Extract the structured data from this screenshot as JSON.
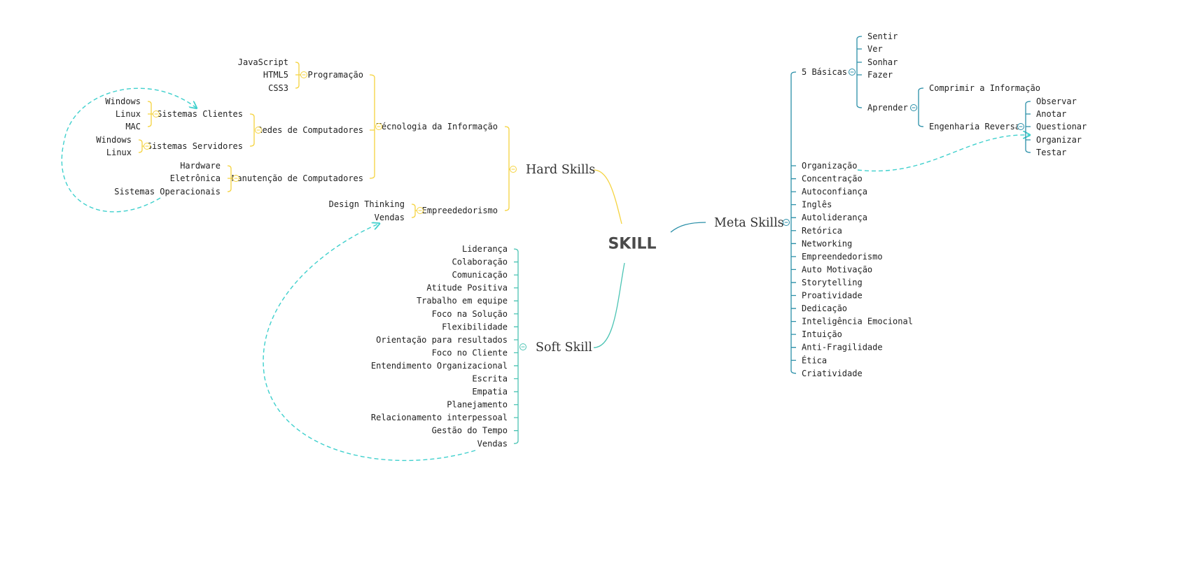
{
  "colors": {
    "hard": "#f5d33f",
    "soft": "#4cc4b4",
    "meta": "#2a8fa8",
    "relation": "#3fd0cd"
  },
  "icons": {
    "collapse": "collapse-icon"
  },
  "root": "SKILL",
  "hard_skills": {
    "label": "Hard Skills",
    "tecnologia": {
      "label": "Técnologia da Informação",
      "programacao": {
        "label": "Programação",
        "items": [
          "JavaScript",
          "HTML5",
          "CSS3"
        ]
      },
      "redes": {
        "label": "Redes de Computadores",
        "clientes": {
          "label": "Sistemas Clientes",
          "items": [
            "Windows",
            "Linux",
            "MAC"
          ]
        },
        "servidores": {
          "label": "Sistemas Servidores",
          "items": [
            "Windows",
            "Linux"
          ]
        }
      },
      "manutencao": {
        "label": "Manutenção de Computadores",
        "items": [
          "Hardware",
          "Eletrônica",
          "Sistemas Operacionais"
        ]
      }
    },
    "empreendedorismo": {
      "label": "Empreededorismo",
      "items": [
        "Design Thinking",
        "Vendas"
      ]
    }
  },
  "soft_skill": {
    "label": "Soft Skill",
    "items": [
      "Liderança",
      "Colaboração",
      "Comunicação",
      "Atitude Positiva",
      "Trabalho em equipe",
      "Foco na Solução",
      "Flexibilidade",
      "Orientação para resultados",
      "Foco no Cliente",
      "Entendimento Organizacional",
      "Escrita",
      "Empatia",
      "Planejamento",
      "Relacionamento interpessoal",
      "Gestão do Tempo",
      "Vendas"
    ]
  },
  "meta_skills": {
    "label": "Meta Skills",
    "basicas": {
      "label": "5 Básicas",
      "items": [
        "Sentir",
        "Ver",
        "Sonhar",
        "Fazer"
      ],
      "aprender": {
        "label": "Aprender",
        "comprimir": "Comprimir a Informação",
        "engenharia": {
          "label": "Engenharia Reversa",
          "items": [
            "Observar",
            "Anotar",
            "Questionar",
            "Organizar",
            "Testar"
          ]
        }
      }
    },
    "items": [
      "Organização",
      "Concentração",
      "Autoconfiança",
      "Inglês",
      "Autoliderança",
      "Retórica",
      "Networking",
      "Empreendedorismo",
      "Auto Motivação",
      "Storytelling",
      "Proatividade",
      "Dedicação",
      "Inteligência Emocional",
      "Intuição",
      "Anti-Fragilidade",
      "Ética",
      "Criatividade"
    ]
  }
}
